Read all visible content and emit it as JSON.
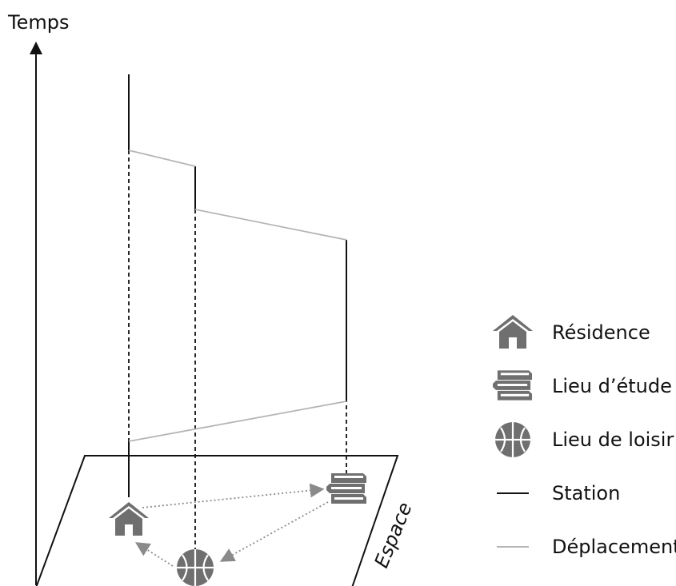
{
  "axes": {
    "time_label": "Temps",
    "space_label": "Espace"
  },
  "legend": [
    {
      "key": "residence",
      "label": "Résidence",
      "icon": "house-icon"
    },
    {
      "key": "study",
      "label": "Lieu d’étude",
      "icon": "books-icon"
    },
    {
      "key": "leisure",
      "label": "Lieu de loisir",
      "icon": "basketball-icon"
    },
    {
      "key": "station",
      "label": "Station",
      "icon": "station-line"
    },
    {
      "key": "movement",
      "label": "Déplacement",
      "icon": "movement-line"
    }
  ],
  "colors": {
    "station": "#111111",
    "movement": "#b5b5b5",
    "icon": "#6f6f6f",
    "dotted_arrow": "#8a8a8a"
  }
}
